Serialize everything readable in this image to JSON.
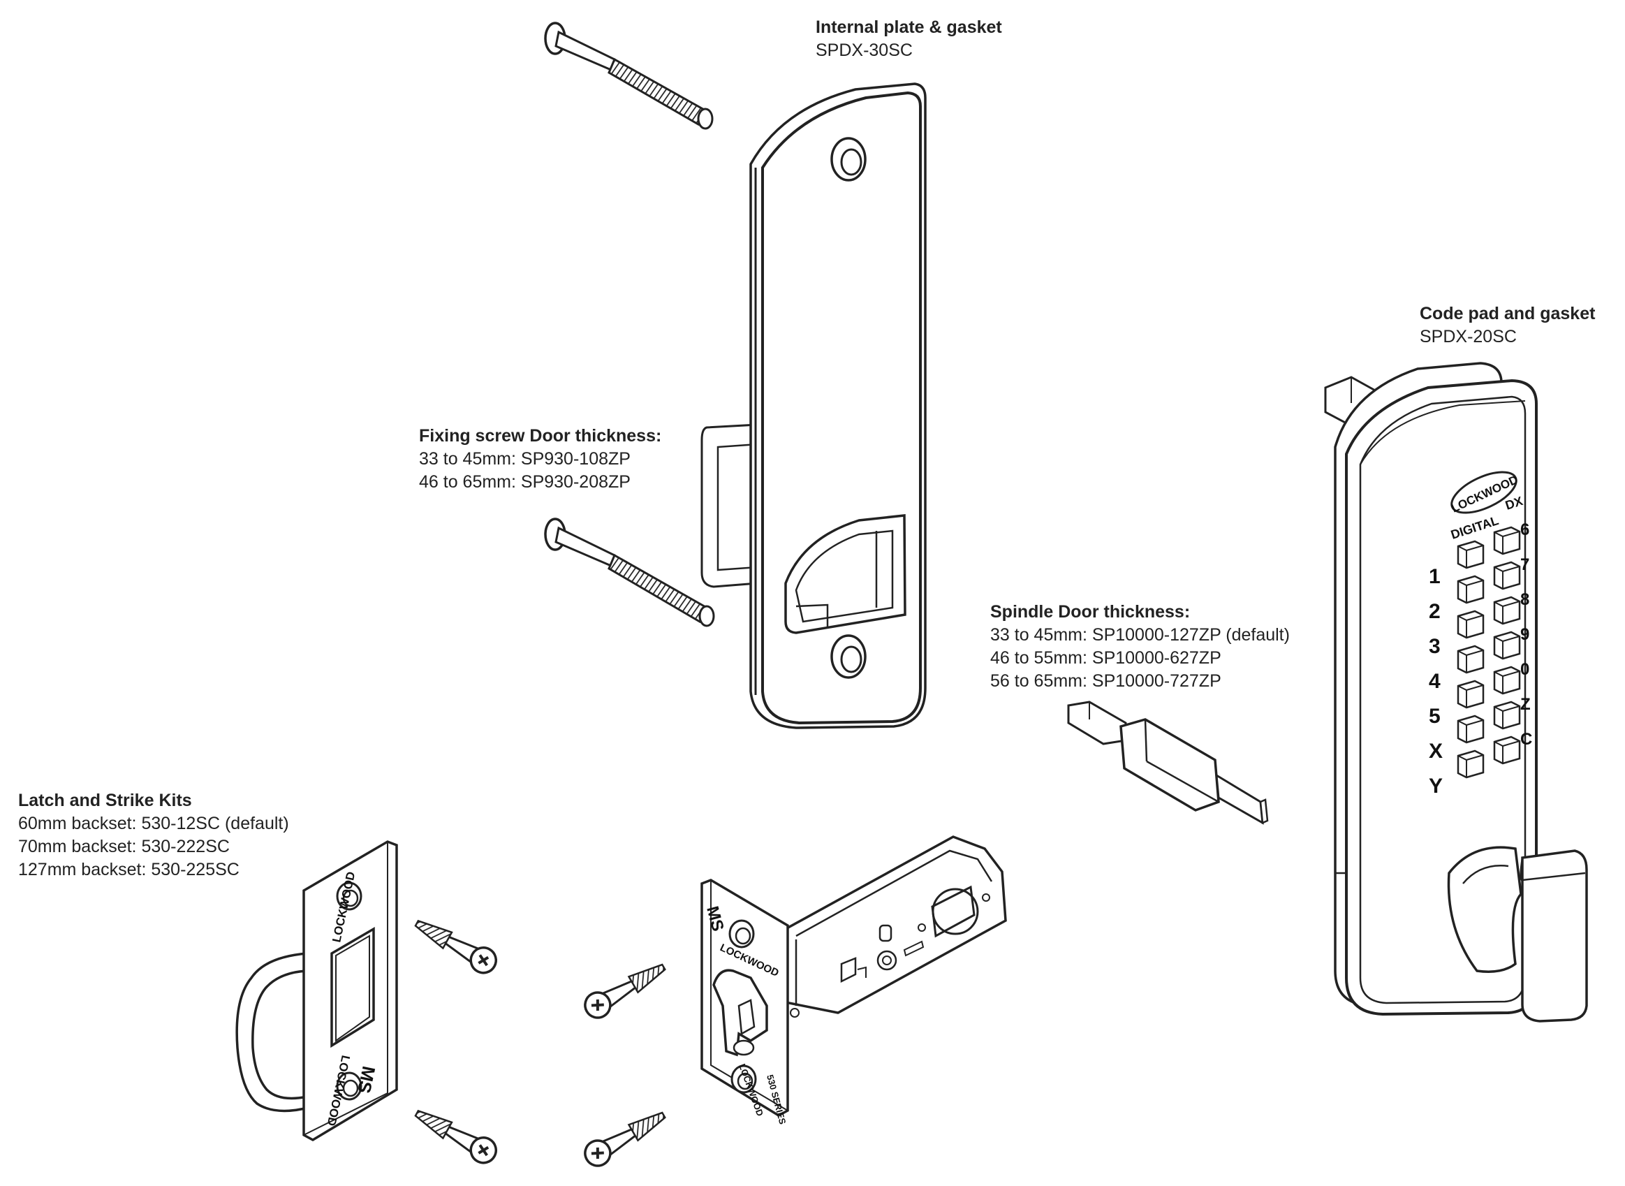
{
  "callouts": {
    "internal_plate": {
      "title": "Internal plate & gasket",
      "lines": [
        "SPDX-30SC"
      ]
    },
    "code_pad": {
      "title": "Code pad and gasket",
      "lines": [
        "SPDX-20SC"
      ]
    },
    "fixing_screw": {
      "title": "Fixing screw Door thickness:",
      "lines": [
        "33 to 45mm: SP930-108ZP",
        "46 to 65mm: SP930-208ZP"
      ]
    },
    "spindle": {
      "title": "Spindle Door thickness:",
      "lines": [
        "33 to 45mm: SP10000-127ZP (default)",
        "46 to 55mm: SP10000-627ZP",
        "56 to 65mm: SP10000-727ZP"
      ]
    },
    "latch_strike": {
      "title": "Latch and Strike Kits",
      "lines": [
        "60mm backset: 530-12SC (default)",
        "70mm backset: 530-222SC",
        "127mm backset: 530-225SC"
      ]
    }
  },
  "keypad": {
    "brand": "LOCKWOOD",
    "model_text_1": "DIGITAL",
    "model_text_2": "DX",
    "left_keys": [
      "1",
      "2",
      "3",
      "4",
      "5",
      "X",
      "Y"
    ],
    "right_keys": [
      "6",
      "7",
      "8",
      "9",
      "0",
      "Z",
      "C"
    ]
  },
  "strike_plate": {
    "brand_top": "LOCKWOOD",
    "brand_bottom": "LOCKWOOD",
    "mark": "MS"
  },
  "latch": {
    "mark": "MS",
    "brand_top": "LOCKWOOD",
    "brand_bottom": "LOCKWOOD",
    "series": "530 SERIES"
  }
}
